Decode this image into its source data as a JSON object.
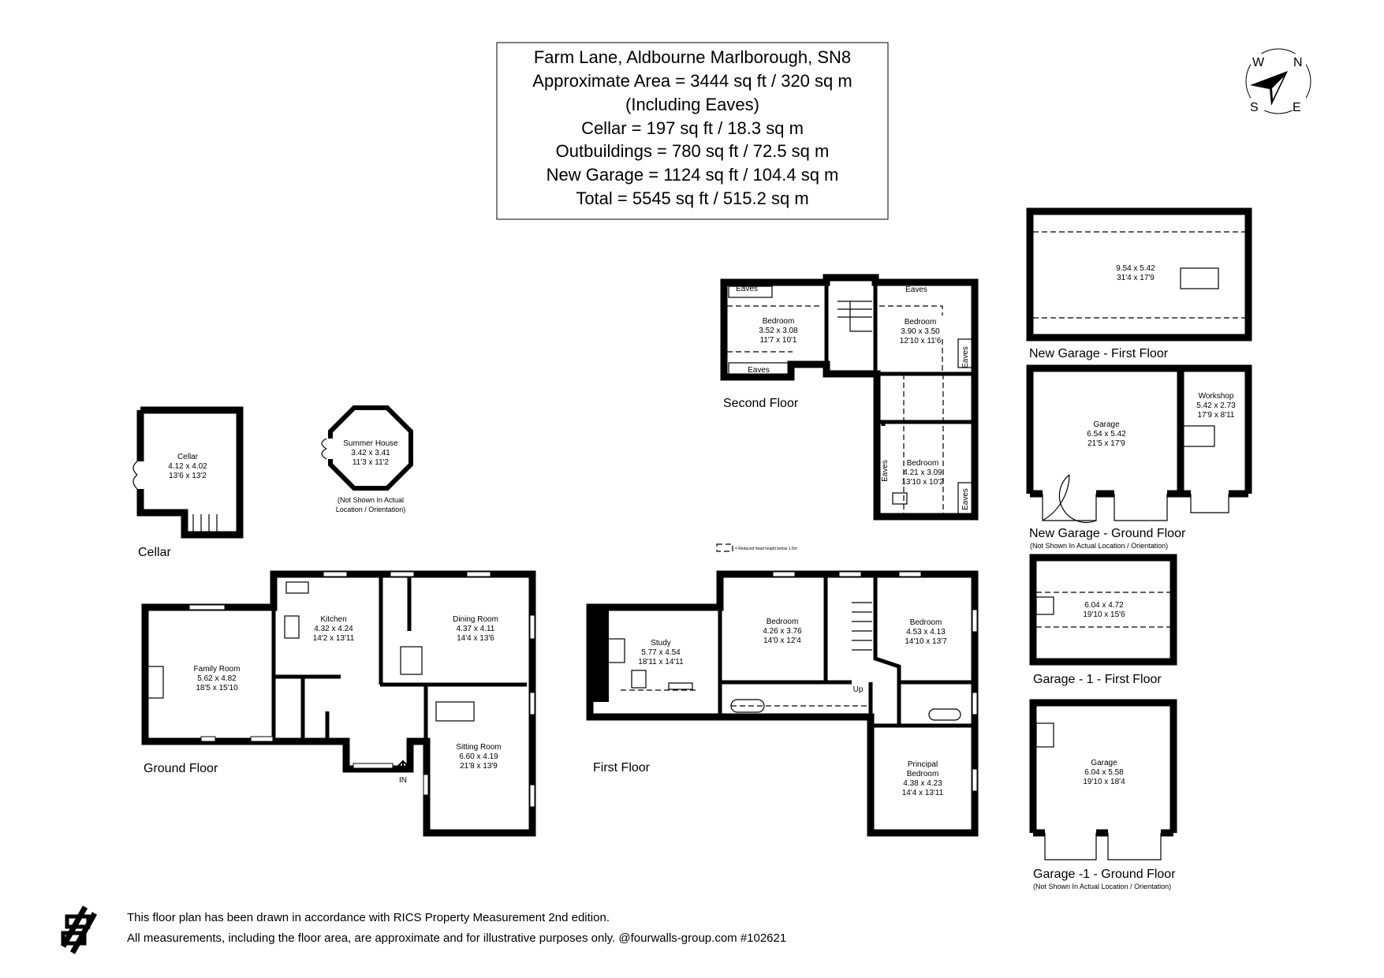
{
  "header": {
    "lines": [
      "Farm Lane, Aldbourne Marlborough, SN8",
      "Approximate Area = 3444 sq ft / 320 sq m",
      "(Including Eaves)",
      "Cellar = 197 sq ft / 18.3 sq m",
      "Outbuildings  = 780 sq ft / 72.5 sq m",
      "New Garage  = 1124 sq ft / 104.4 sq m",
      "Total = 5545 sq ft / 515.2 sq m"
    ]
  },
  "compass": {
    "n": "N",
    "e": "E",
    "s": "S",
    "w": "W",
    "icon": "compass-arrow-icon"
  },
  "cellar": {
    "title": "Cellar",
    "room": {
      "name": "Cellar",
      "metric": "4.12 x 4.02",
      "imperial": "13'6 x 13'2"
    }
  },
  "summer_house": {
    "room": {
      "name": "Summer House",
      "metric": "3.42 x 3.41",
      "imperial": "11'3 x 11'2"
    },
    "note1": "(Not Shown In Actual",
    "note2": "Location / Orientation)"
  },
  "second_floor": {
    "title": "Second Floor",
    "rooms": [
      {
        "name": "Bedroom",
        "metric": "3.52 x 3.08",
        "imperial": "11'7 x 10'1"
      },
      {
        "name": "Bedroom",
        "metric": "3.90 x 3.50",
        "imperial": "12'10 x 11'6"
      },
      {
        "name": "Bedroom",
        "metric": "4.21 x 3.09",
        "imperial": "13'10 x 10'2"
      }
    ],
    "eaves": "Eaves",
    "legend": "= Reduced head height below 1.5m"
  },
  "ground_floor": {
    "title": "Ground Floor",
    "entry": "IN",
    "rooms": [
      {
        "name": "Family Room",
        "metric": "5.62 x 4.82",
        "imperial": "18'5 x 15'10"
      },
      {
        "name": "Kitchen",
        "metric": "4.32 x 4.24",
        "imperial": "14'2 x 13'11"
      },
      {
        "name": "Dining Room",
        "metric": "4.37 x 4.11",
        "imperial": "14'4 x 13'6"
      },
      {
        "name": "Sitting Room",
        "metric": "6.60 x 4.19",
        "imperial": "21'8 x 13'9"
      }
    ]
  },
  "first_floor": {
    "title": "First Floor",
    "stairs": "Up",
    "rooms": [
      {
        "name": "Study",
        "metric": "5.77 x 4.54",
        "imperial": "18'11 x 14'11"
      },
      {
        "name": "Bedroom",
        "metric": "4.26 x 3.76",
        "imperial": "14'0 x 12'4"
      },
      {
        "name": "Bedroom",
        "metric": "4.53 x 4.13",
        "imperial": "14'10 x 13'7"
      },
      {
        "name1": "Principal",
        "name2": "Bedroom",
        "metric": "4.38 x 4.23",
        "imperial": "14'4 x 13'11"
      }
    ]
  },
  "new_garage": {
    "first_title": "New Garage  - First Floor",
    "first_room": {
      "metric": "9.54 x 5.42",
      "imperial": "31'4 x 17'9"
    },
    "ground_title": "New Garage  - Ground Floor",
    "ground_note": "(Not Shown In Actual Location / Orientation)",
    "garage": {
      "name": "Garage",
      "metric": "6.54 x 5.42",
      "imperial": "21'5 x 17'9"
    },
    "workshop": {
      "name": "Workshop",
      "metric": "5.42 x 2.73",
      "imperial": "17'9 x 8'11"
    }
  },
  "garage1": {
    "first_title": "Garage - 1 - First Floor",
    "first_room": {
      "metric": "6.04 x 4.72",
      "imperial": "19'10 x 15'6"
    },
    "ground_title": "Garage -1 - Ground Floor",
    "ground_note": "(Not Shown In Actual Location / Orientation)",
    "garage": {
      "name": "Garage",
      "metric": "6.04 x 5.58",
      "imperial": "19'10 x 18'4"
    }
  },
  "footer": {
    "line1": "This floor plan has been drawn in accordance with RICS Property Measurement 2nd edition.",
    "line2": "All measurements, including the floor area, are approximate and for illustrative purposes only. @fourwalls-group.com #102621",
    "logo_icon": "fourwalls-logo-icon"
  }
}
